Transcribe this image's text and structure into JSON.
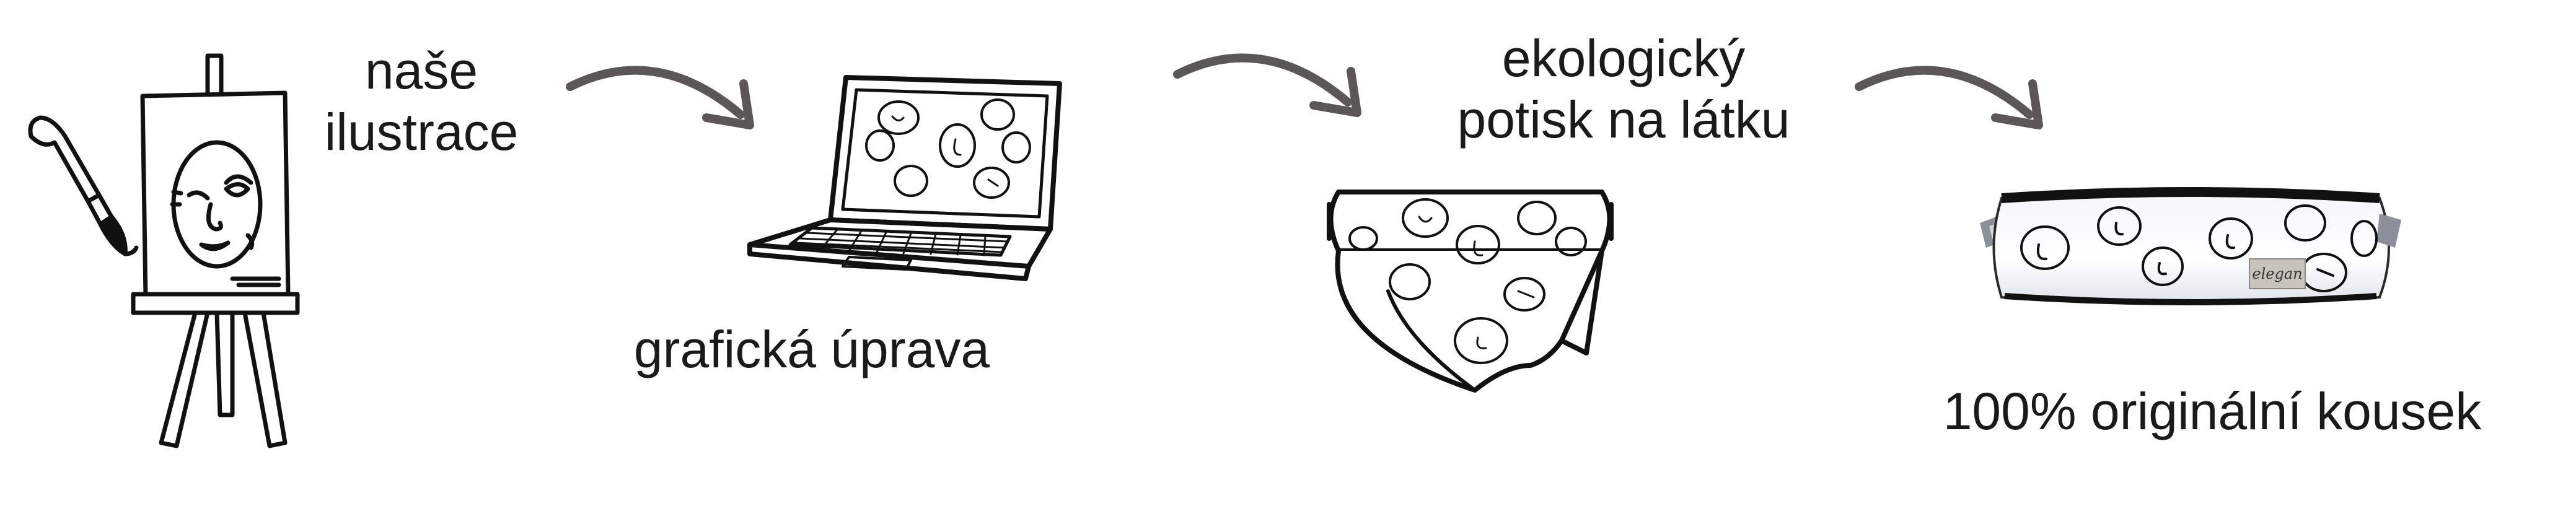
{
  "steps": [
    {
      "lines": [
        "naše",
        "ilustrace"
      ]
    },
    {
      "lines": [
        "grafická úprava"
      ]
    },
    {
      "lines": [
        "ekologický",
        "potisk na látku"
      ]
    },
    {
      "lines": [
        "100% originální kousek"
      ]
    }
  ],
  "illustrations": {
    "easel": "easel-with-face-drawing-icon",
    "laptop": "laptop-with-face-pattern-icon",
    "fabric": "fabric-roll-icon",
    "product": "pencil-case-product-photo"
  },
  "product_tag": "elegan",
  "colors": {
    "text": "#1a1a1a",
    "arrow": "#5b5658",
    "ink": "#111111",
    "background": "#ffffff"
  }
}
